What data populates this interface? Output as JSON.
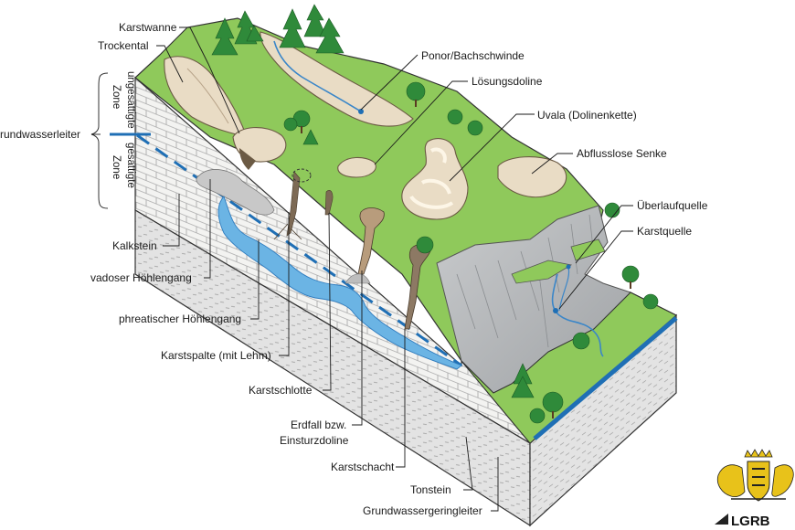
{
  "labels": {
    "karstwanne": "Karstwanne",
    "trockental": "Trockental",
    "ponor": "Ponor/Bachschwinde",
    "loesungsdoline": "Lösungsdoline",
    "uvala": "Uvala (Dolinenkette)",
    "abflusslose_senke": "Abflusslose Senke",
    "ueberlaufquelle": "Überlaufquelle",
    "karstquelle": "Karstquelle",
    "grundwasserleiter": "rundwasserleiter",
    "kalkstein": "Kalkstein",
    "vadoser_hoehlengang": "vadoser Höhlengang",
    "phreatischer_hoehlengang": "phreatischer Höhlengang",
    "karstspalte": "Karstspalte (mit Lehm)",
    "karstschlotte": "Karstschlotte",
    "erdfall_line1": "Erdfall bzw.",
    "erdfall_line2": "Einsturzdoline",
    "karstschacht": "Karstschacht",
    "tonstein": "Tonstein",
    "grundwassergeringleiter": "Grundwassergeringleiter"
  },
  "zones": {
    "unsaturated_line1": "ungesättigte",
    "unsaturated_line2": "Zone",
    "saturated_line1": "gesättigte",
    "saturated_line2": "Zone"
  },
  "logo": {
    "text": "LGRB"
  },
  "colors": {
    "grass": "#8fc95b",
    "grass_dark": "#6fa845",
    "limestone": "#f2f2f0",
    "limestone_line": "#a9a9a9",
    "cliff": "#b9bbbd",
    "water": "#4a9fd6",
    "water_dark": "#1f6fb5",
    "doline": "#e9dcc5",
    "cave_brown": "#7d6a55",
    "claystone": "#dcdcdc",
    "tree": "#2f8a3a"
  }
}
